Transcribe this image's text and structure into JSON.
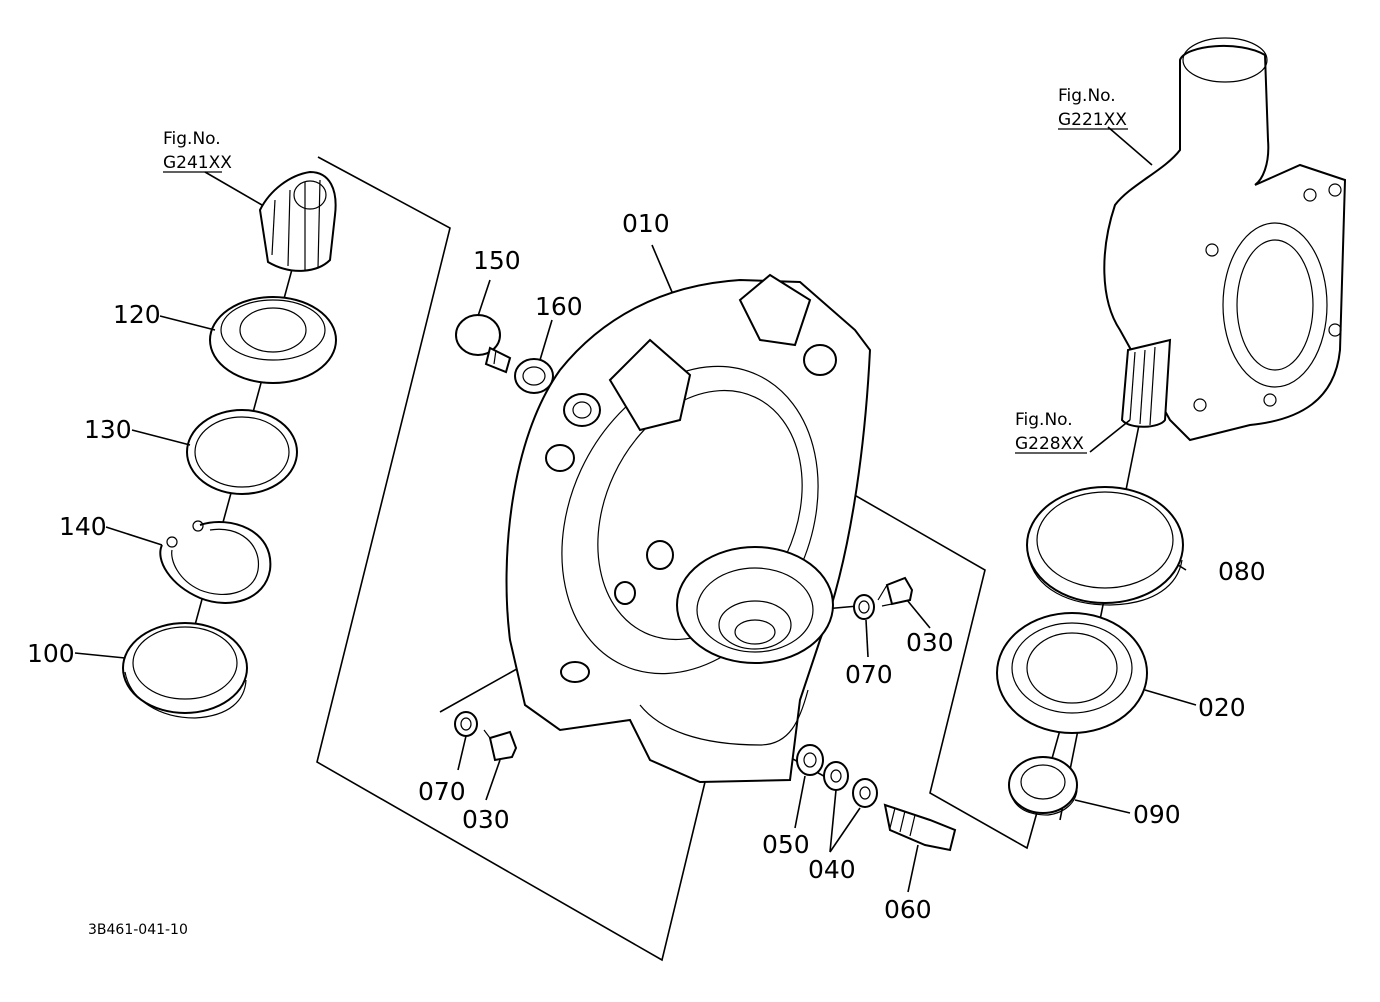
{
  "figure_refs": {
    "g241": {
      "line1": "Fig.No.",
      "line2": "G241XX"
    },
    "g221": {
      "line1": "Fig.No.",
      "line2": "G221XX"
    },
    "g228": {
      "line1": "Fig.No.",
      "line2": "G228XX"
    }
  },
  "callouts": {
    "p010": "010",
    "p020": "020",
    "p030a": "030",
    "p030b": "030",
    "p040": "040",
    "p050": "050",
    "p060": "060",
    "p070a": "070",
    "p070b": "070",
    "p080": "080",
    "p090": "090",
    "p100": "100",
    "p120": "120",
    "p130": "130",
    "p140": "140",
    "p150": "150",
    "p160": "160"
  },
  "drawing_code": "3B461-041-10"
}
